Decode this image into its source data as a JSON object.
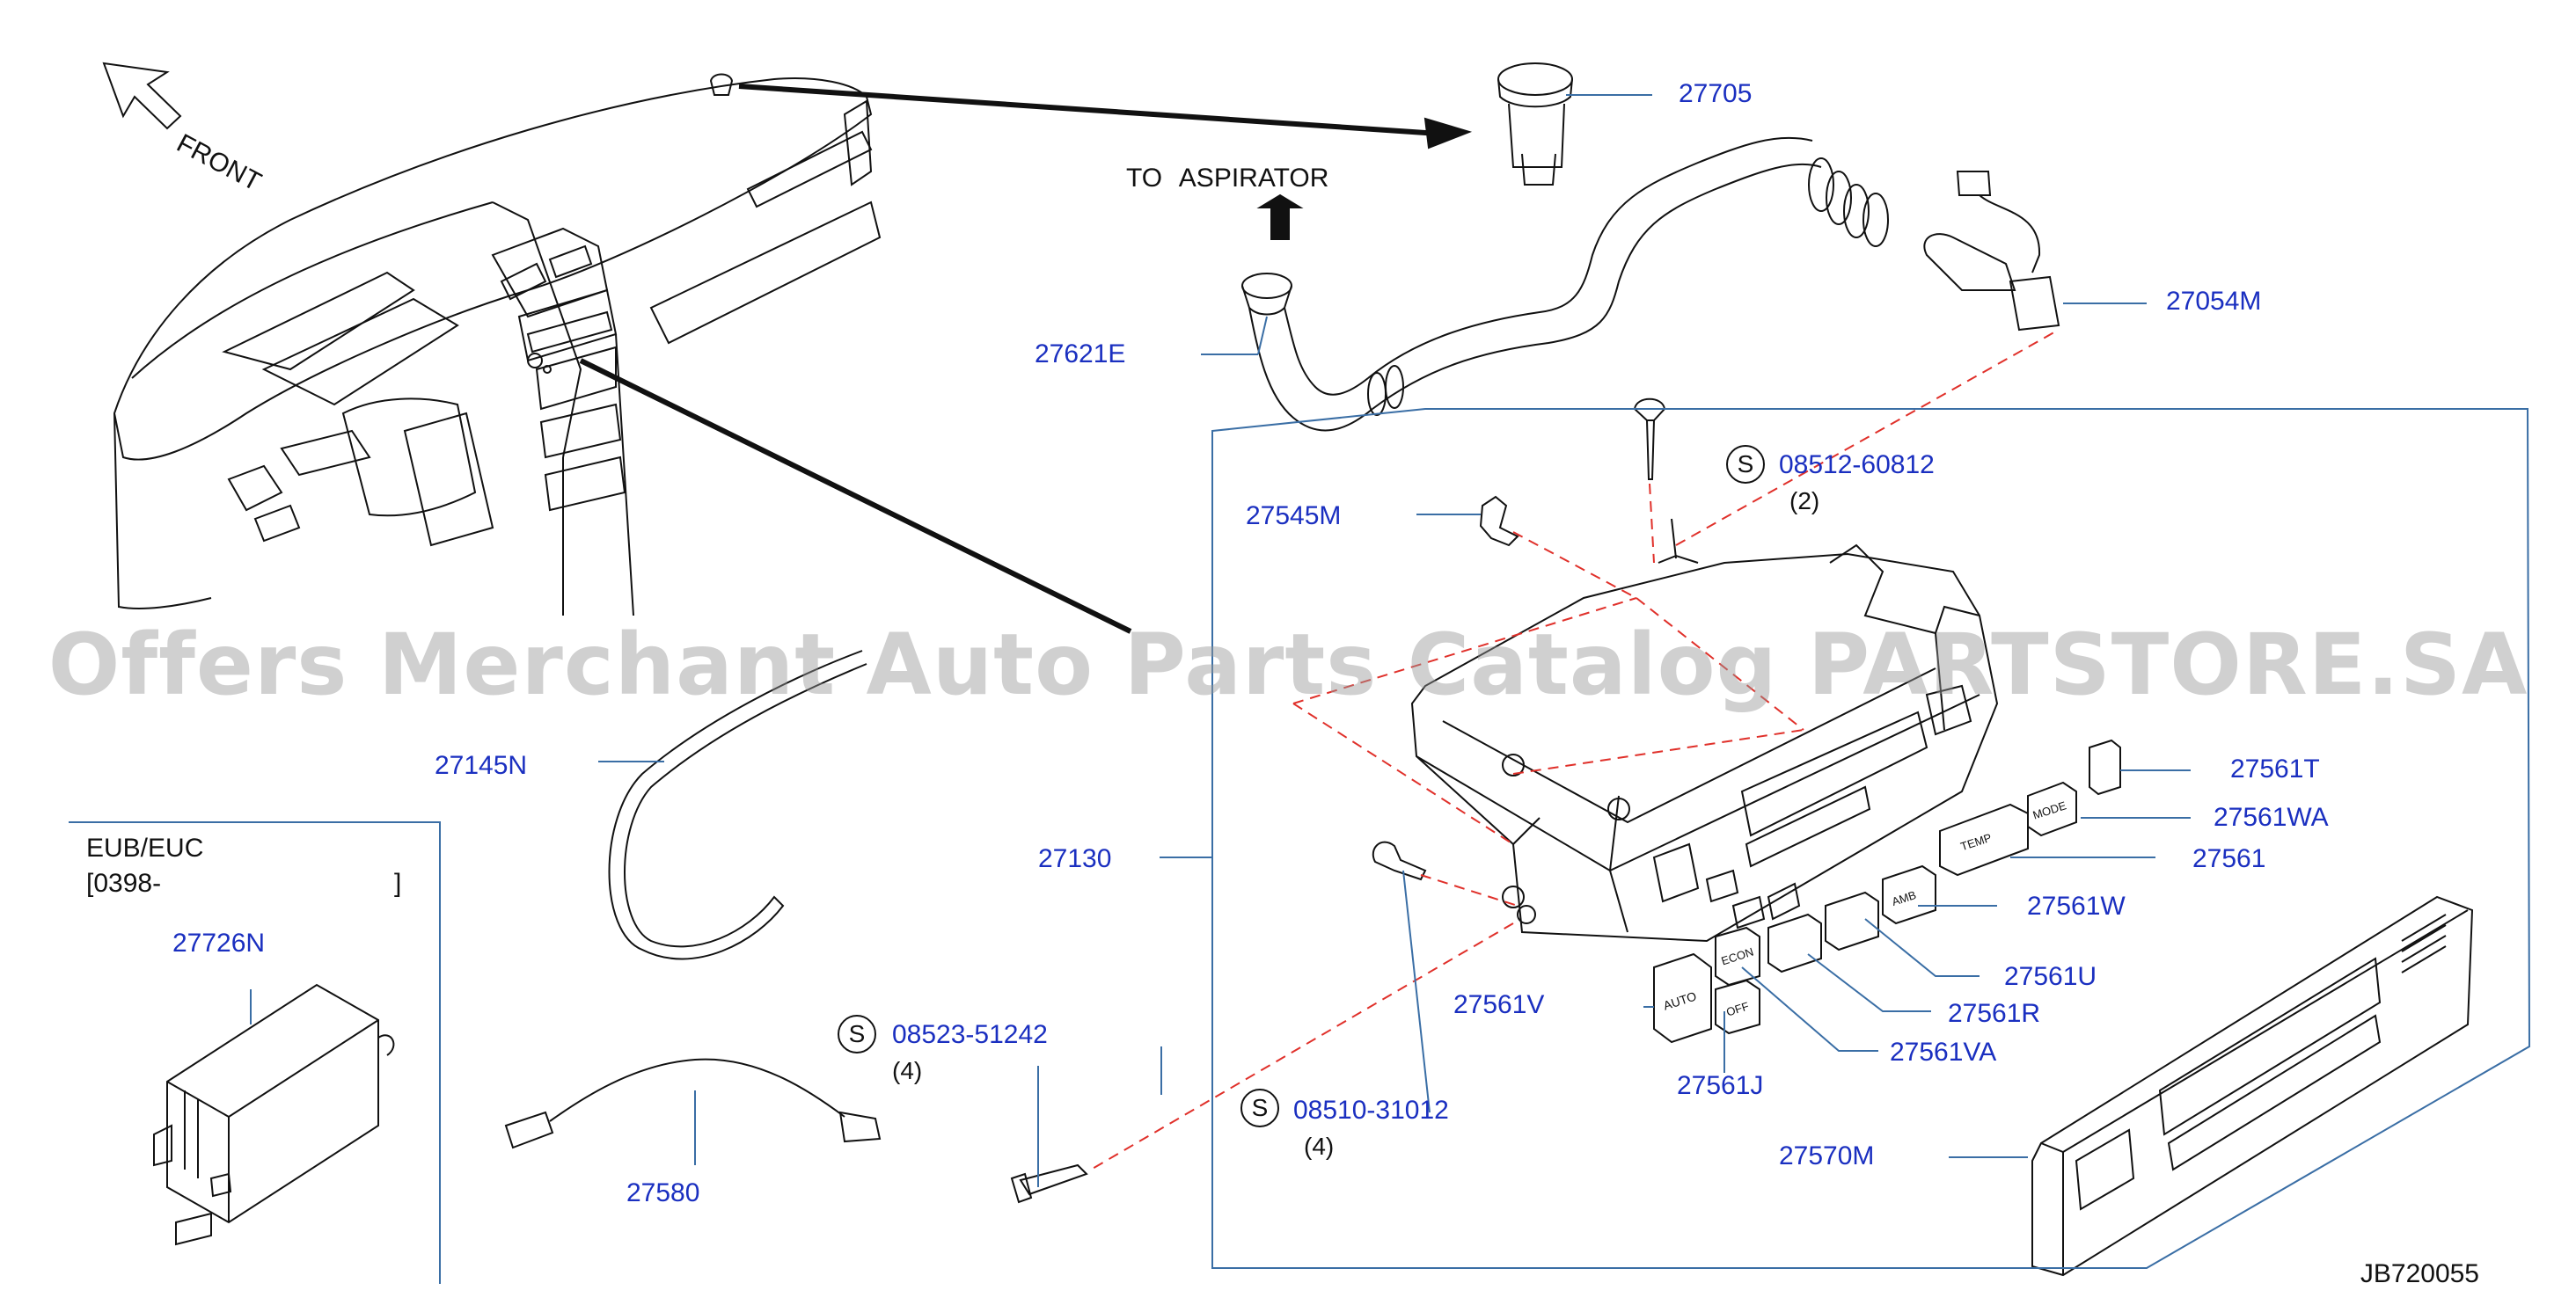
{
  "diagram": {
    "front_label": "FRONT",
    "aspirator_label": "TO ASPIRATOR",
    "region_label": "EUB/EUC",
    "date_range": "[0398-",
    "date_range_close": "]",
    "diagram_code": "JB720055",
    "watermark": "Offers Merchant Auto Parts Catalog PARTSTORE.SA",
    "standard_part_marker": "S"
  },
  "parts": {
    "p27705": "27705",
    "p27054M": "27054M",
    "p27621E": "27621E",
    "p08512": "08512-60812",
    "p08512_qty": "(2)",
    "p27545M": "27545M",
    "p27145N": "27145N",
    "p27130": "27130",
    "p27561T": "27561T",
    "p27561WA": "27561WA",
    "p27561": "27561",
    "p27561W": "27561W",
    "p27561U": "27561U",
    "p27561R": "27561R",
    "p27561VA": "27561VA",
    "p27561V": "27561V",
    "p27561J": "27561J",
    "p27570M": "27570M",
    "p08510": "08510-31012",
    "p08510_qty": "(4)",
    "p08523": "08523-51242",
    "p08523_qty": "(4)",
    "p27580": "27580",
    "p27726N": "27726N"
  },
  "buttons": {
    "auto": "AUTO",
    "econ": "ECON",
    "off": "OFF",
    "amb": "AMB",
    "temp": "TEMP",
    "mode": "MODE"
  },
  "colors": {
    "label": "#1a2fc0",
    "line": "#111111",
    "leader": "#3a6ea5",
    "dashed": "#e0302a"
  }
}
